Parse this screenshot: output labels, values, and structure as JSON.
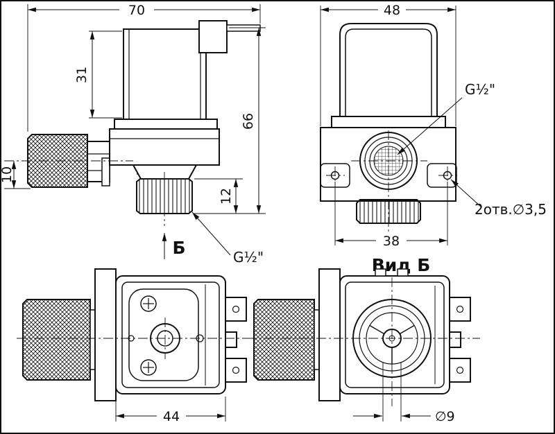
{
  "colors": {
    "ink": "#111111",
    "paper": "#ffffff"
  },
  "side_view": {
    "dim_total_width": "70",
    "dim_coil_height": "31",
    "dim_total_height": "66",
    "dim_inlet_height": "10",
    "dim_outlet_length": "12",
    "view_arrow_label": "Б",
    "outlet_thread_label": "G½\""
  },
  "front_view": {
    "dim_body_width": "48",
    "dim_hole_spacing": "38",
    "port_thread_label": "G½\"",
    "mount_holes_label": "2отв.∅3,5"
  },
  "bottom_view": {
    "dim_body_length": "44"
  },
  "view_b": {
    "title": "Вид Б",
    "dim_hub_dia": "∅9"
  }
}
